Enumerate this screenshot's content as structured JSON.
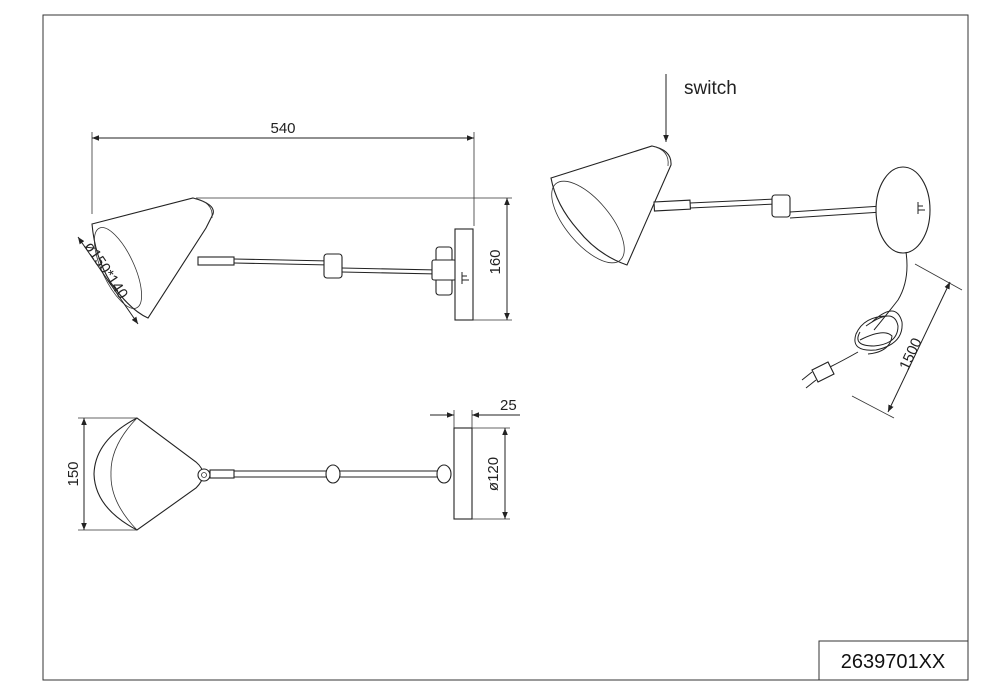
{
  "dimensions": {
    "arm_length": "540",
    "shade_size": "ø150*140",
    "plate_height": "160",
    "shade_width": "150",
    "plate_depth": "25",
    "plate_diameter": "ø120",
    "cable_length": "1500"
  },
  "labels": {
    "switch": "switch"
  },
  "product_code": "2639701XX"
}
